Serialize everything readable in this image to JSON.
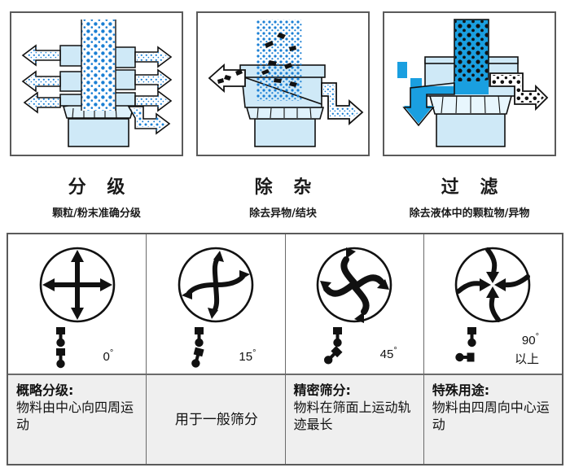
{
  "applications": [
    {
      "id": "grading",
      "title": "分 级",
      "subtitle": "颗粒/粉末准确分级",
      "art": "multi-deck-sifter-grading",
      "accent": "#1a7fd4"
    },
    {
      "id": "scalping",
      "title": "除 杂",
      "subtitle": "除去异物/结块",
      "art": "single-deck-sifter-scalping",
      "accent": "#1a7fd4"
    },
    {
      "id": "filtering",
      "title": "过 滤",
      "subtitle": "除去液体中的颗粒物/异物",
      "art": "liquid-filter-sifter",
      "accent": "#1a9fe0"
    }
  ],
  "motion_table": {
    "columns": [
      {
        "id": "col-0deg",
        "pattern": "straight-cross-outward",
        "angle": "0",
        "angle_unit": "°",
        "angle_extra": "",
        "heading": "概略分级:",
        "body": "物料由中心向四周运动",
        "body_centered": false
      },
      {
        "id": "col-15deg",
        "pattern": "gentle-spiral-outward",
        "angle": "15",
        "angle_unit": "°",
        "angle_extra": "",
        "heading": "",
        "body": "用于一般筛分",
        "body_centered": true
      },
      {
        "id": "col-45deg",
        "pattern": "strong-spiral-outward",
        "angle": "45",
        "angle_unit": "°",
        "angle_extra": "",
        "heading": "精密筛分:",
        "body": "物料在筛面上运动轨迹最长",
        "body_centered": false
      },
      {
        "id": "col-90deg",
        "pattern": "spiral-inward",
        "angle": "90",
        "angle_unit": "°",
        "angle_extra": "以上",
        "heading": "特殊用途:",
        "body": "物料由四周向中心运动",
        "body_centered": false
      }
    ]
  },
  "colors": {
    "frame_border": "#5a5a5a",
    "cell_bg": "#efefef",
    "machine_light": "#cfe9f7",
    "machine_mid": "#a8dcf2",
    "machine_deep": "#1a9fe0",
    "particle_blue": "#1a7fd4",
    "outline": "#111111",
    "text": "#1a1a1a"
  }
}
